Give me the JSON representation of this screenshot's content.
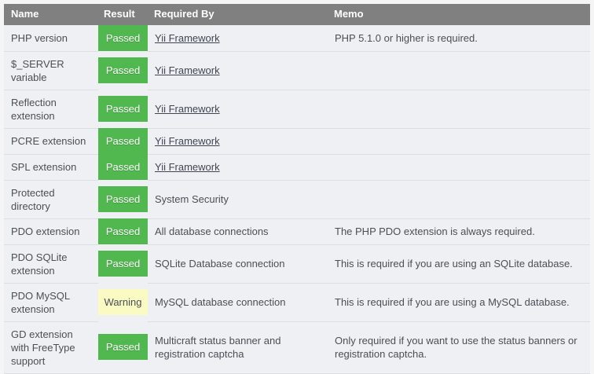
{
  "table": {
    "columns": [
      {
        "key": "name",
        "label": "Name"
      },
      {
        "key": "result",
        "label": "Result"
      },
      {
        "key": "reqby",
        "label": "Required By"
      },
      {
        "key": "memo",
        "label": "Memo"
      }
    ],
    "colors": {
      "header_bg": "#808080",
      "header_text": "#ffffff",
      "row_bg": "#eff0f3",
      "row_border": "#dcdee2",
      "passed_bg": "#51b84f",
      "passed_text": "#ffffff",
      "warning_bg": "#fafac3",
      "warning_text": "#4a4f56",
      "body_text": "#4a4f56",
      "link_text": "#3f4652",
      "page_bg": "#f5f5f5"
    },
    "rows": [
      {
        "name": "PHP version",
        "result": "Passed",
        "status": "passed",
        "reqby": "Yii Framework",
        "reqby_is_link": true,
        "memo": "PHP 5.1.0 or higher is required."
      },
      {
        "name": "$_SERVER variable",
        "result": "Passed",
        "status": "passed",
        "reqby": "Yii Framework",
        "reqby_is_link": true,
        "memo": ""
      },
      {
        "name": "Reflection extension",
        "result": "Passed",
        "status": "passed",
        "reqby": "Yii Framework",
        "reqby_is_link": true,
        "memo": ""
      },
      {
        "name": "PCRE extension",
        "result": "Passed",
        "status": "passed",
        "reqby": "Yii Framework",
        "reqby_is_link": true,
        "memo": ""
      },
      {
        "name": "SPL extension",
        "result": "Passed",
        "status": "passed",
        "reqby": "Yii Framework",
        "reqby_is_link": true,
        "memo": ""
      },
      {
        "name": "Protected directory",
        "result": "Passed",
        "status": "passed",
        "reqby": "System Security",
        "reqby_is_link": false,
        "memo": ""
      },
      {
        "name": "PDO extension",
        "result": "Passed",
        "status": "passed",
        "reqby": "All database connections",
        "reqby_is_link": false,
        "memo": "The PHP PDO extension is always required."
      },
      {
        "name": "PDO SQLite extension",
        "result": "Passed",
        "status": "passed",
        "reqby": "SQLite Database connection",
        "reqby_is_link": false,
        "memo": "This is required if you are using an SQLite database."
      },
      {
        "name": "PDO MySQL extension",
        "result": "Warning",
        "status": "warning",
        "reqby": "MySQL database connection",
        "reqby_is_link": false,
        "memo": "This is required if you are using a MySQL database."
      },
      {
        "name": "GD extension with FreeType support",
        "result": "Passed",
        "status": "passed",
        "reqby": "Multicraft status banner and registration captcha",
        "reqby_is_link": false,
        "memo": "Only required if you want to use the status banners or registration captcha."
      }
    ]
  }
}
